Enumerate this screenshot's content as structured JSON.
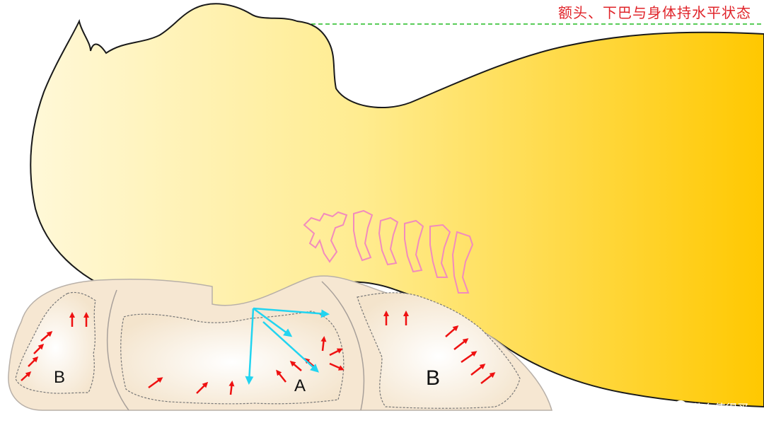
{
  "caption": "额头、下巴与身体持水平状态",
  "labels": {
    "left_b": "B",
    "center_a": "A",
    "right_b": "B"
  },
  "watermark": {
    "icon": "值",
    "text": "什么值得买"
  },
  "colors": {
    "caption": "#e0242a",
    "guide_line": "#22bb22",
    "skin_light": "#fff7d0",
    "skin_dark": "#ffca10",
    "pillow": "#f6e7d2",
    "spine": "#f28bbd",
    "force_arrow": "#ee1111",
    "support_arrow": "#22d4f0"
  }
}
